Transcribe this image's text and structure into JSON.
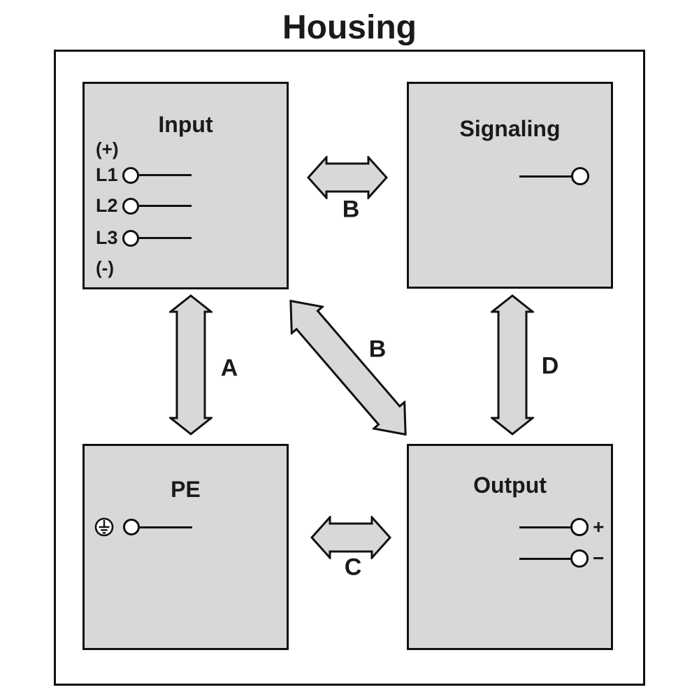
{
  "title": "Housing",
  "colors": {
    "box_fill": "#d8d8d8",
    "arrow_fill": "#d8d8d8",
    "line": "#111111",
    "background": "#ffffff"
  },
  "boxes": {
    "input": {
      "title": "Input",
      "plus_label": "(+)",
      "minus_label": "(-)",
      "terminals": [
        {
          "label": "L1"
        },
        {
          "label": "L2"
        },
        {
          "label": "L3"
        }
      ]
    },
    "signaling": {
      "title": "Signaling"
    },
    "pe": {
      "title": "PE"
    },
    "output": {
      "title": "Output",
      "terminals": [
        {
          "sign": "+"
        },
        {
          "sign": "−"
        }
      ]
    }
  },
  "arrows": {
    "a": {
      "label": "A"
    },
    "b_top": {
      "label": "B"
    },
    "b_diagonal": {
      "label": "B"
    },
    "c": {
      "label": "C"
    },
    "d": {
      "label": "D"
    }
  }
}
